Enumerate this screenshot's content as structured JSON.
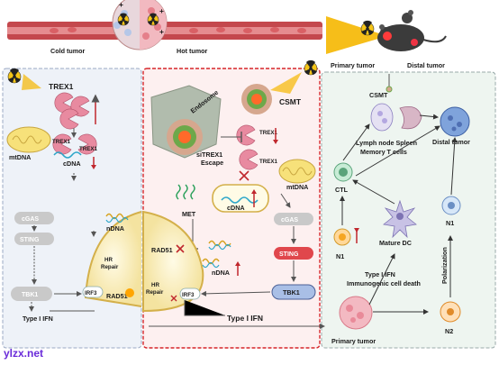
{
  "top": {
    "cold_tumor": "Cold tumor",
    "hot_tumor": "Hot tumor",
    "primary_tumor": "Primary tumor",
    "distal_tumor": "Distal tumor",
    "plus_sign": "+"
  },
  "left_panel": {
    "trex1": "TREX1",
    "trex1_a": "TREX1",
    "trex1_b": "TREX1",
    "mtdna": "mtDNA",
    "cdna": "cDNA",
    "cgas": "cGAS",
    "sting": "STING",
    "tbk1": "TBK1",
    "ndna": "nDNA",
    "hr_repair": "HR\nRepair",
    "irf3": "IRF3",
    "rad51": "RAD51",
    "type1_ifn": "Type I IFN"
  },
  "middle_panel": {
    "endosome": "Endosome",
    "csmt": "CSMT",
    "sitrex1_escape": "siTREX1\nEscape",
    "trex1_a": "TREX1",
    "trex1_b": "TREX1",
    "mtdna": "mtDNA",
    "cdna": "cDNA",
    "met": "MET",
    "cgas": "cGAS",
    "sting": "STING",
    "tbk1": "TBK1",
    "rad51": "RAD51",
    "ndna": "nDNA",
    "hr_repair": "HR\nRepair",
    "irf3": "IRF3",
    "type1_ifn": "Type I IFN"
  },
  "right_panel": {
    "csmt": "CSMT",
    "lymph_node": "Lymph node Spleen\nMemory T cells",
    "distal_tumor": "Distal tumor",
    "ctl": "CTL",
    "n1_a": "N1",
    "n1_b": "N1",
    "mature_dc": "Mature DC",
    "type1_ifn_icd": "Type I IFN\nImmunogenic cell death",
    "polarization": "Polarization",
    "primary_tumor": "Primary tumor",
    "n2": "N2"
  },
  "watermark": "ylzx.net",
  "colors": {
    "left_bg": "#eef2f8",
    "mid_bg": "#fdf0f0",
    "right_bg": "#eef5f0",
    "red_border": "#d6262a",
    "trex_pink": "#e88aa0",
    "cgas_gray": "#c9c9c9",
    "sting_red": "#e0474c",
    "tbk1_blue": "#a9bfe6",
    "arrow_red": "#c0272d"
  }
}
